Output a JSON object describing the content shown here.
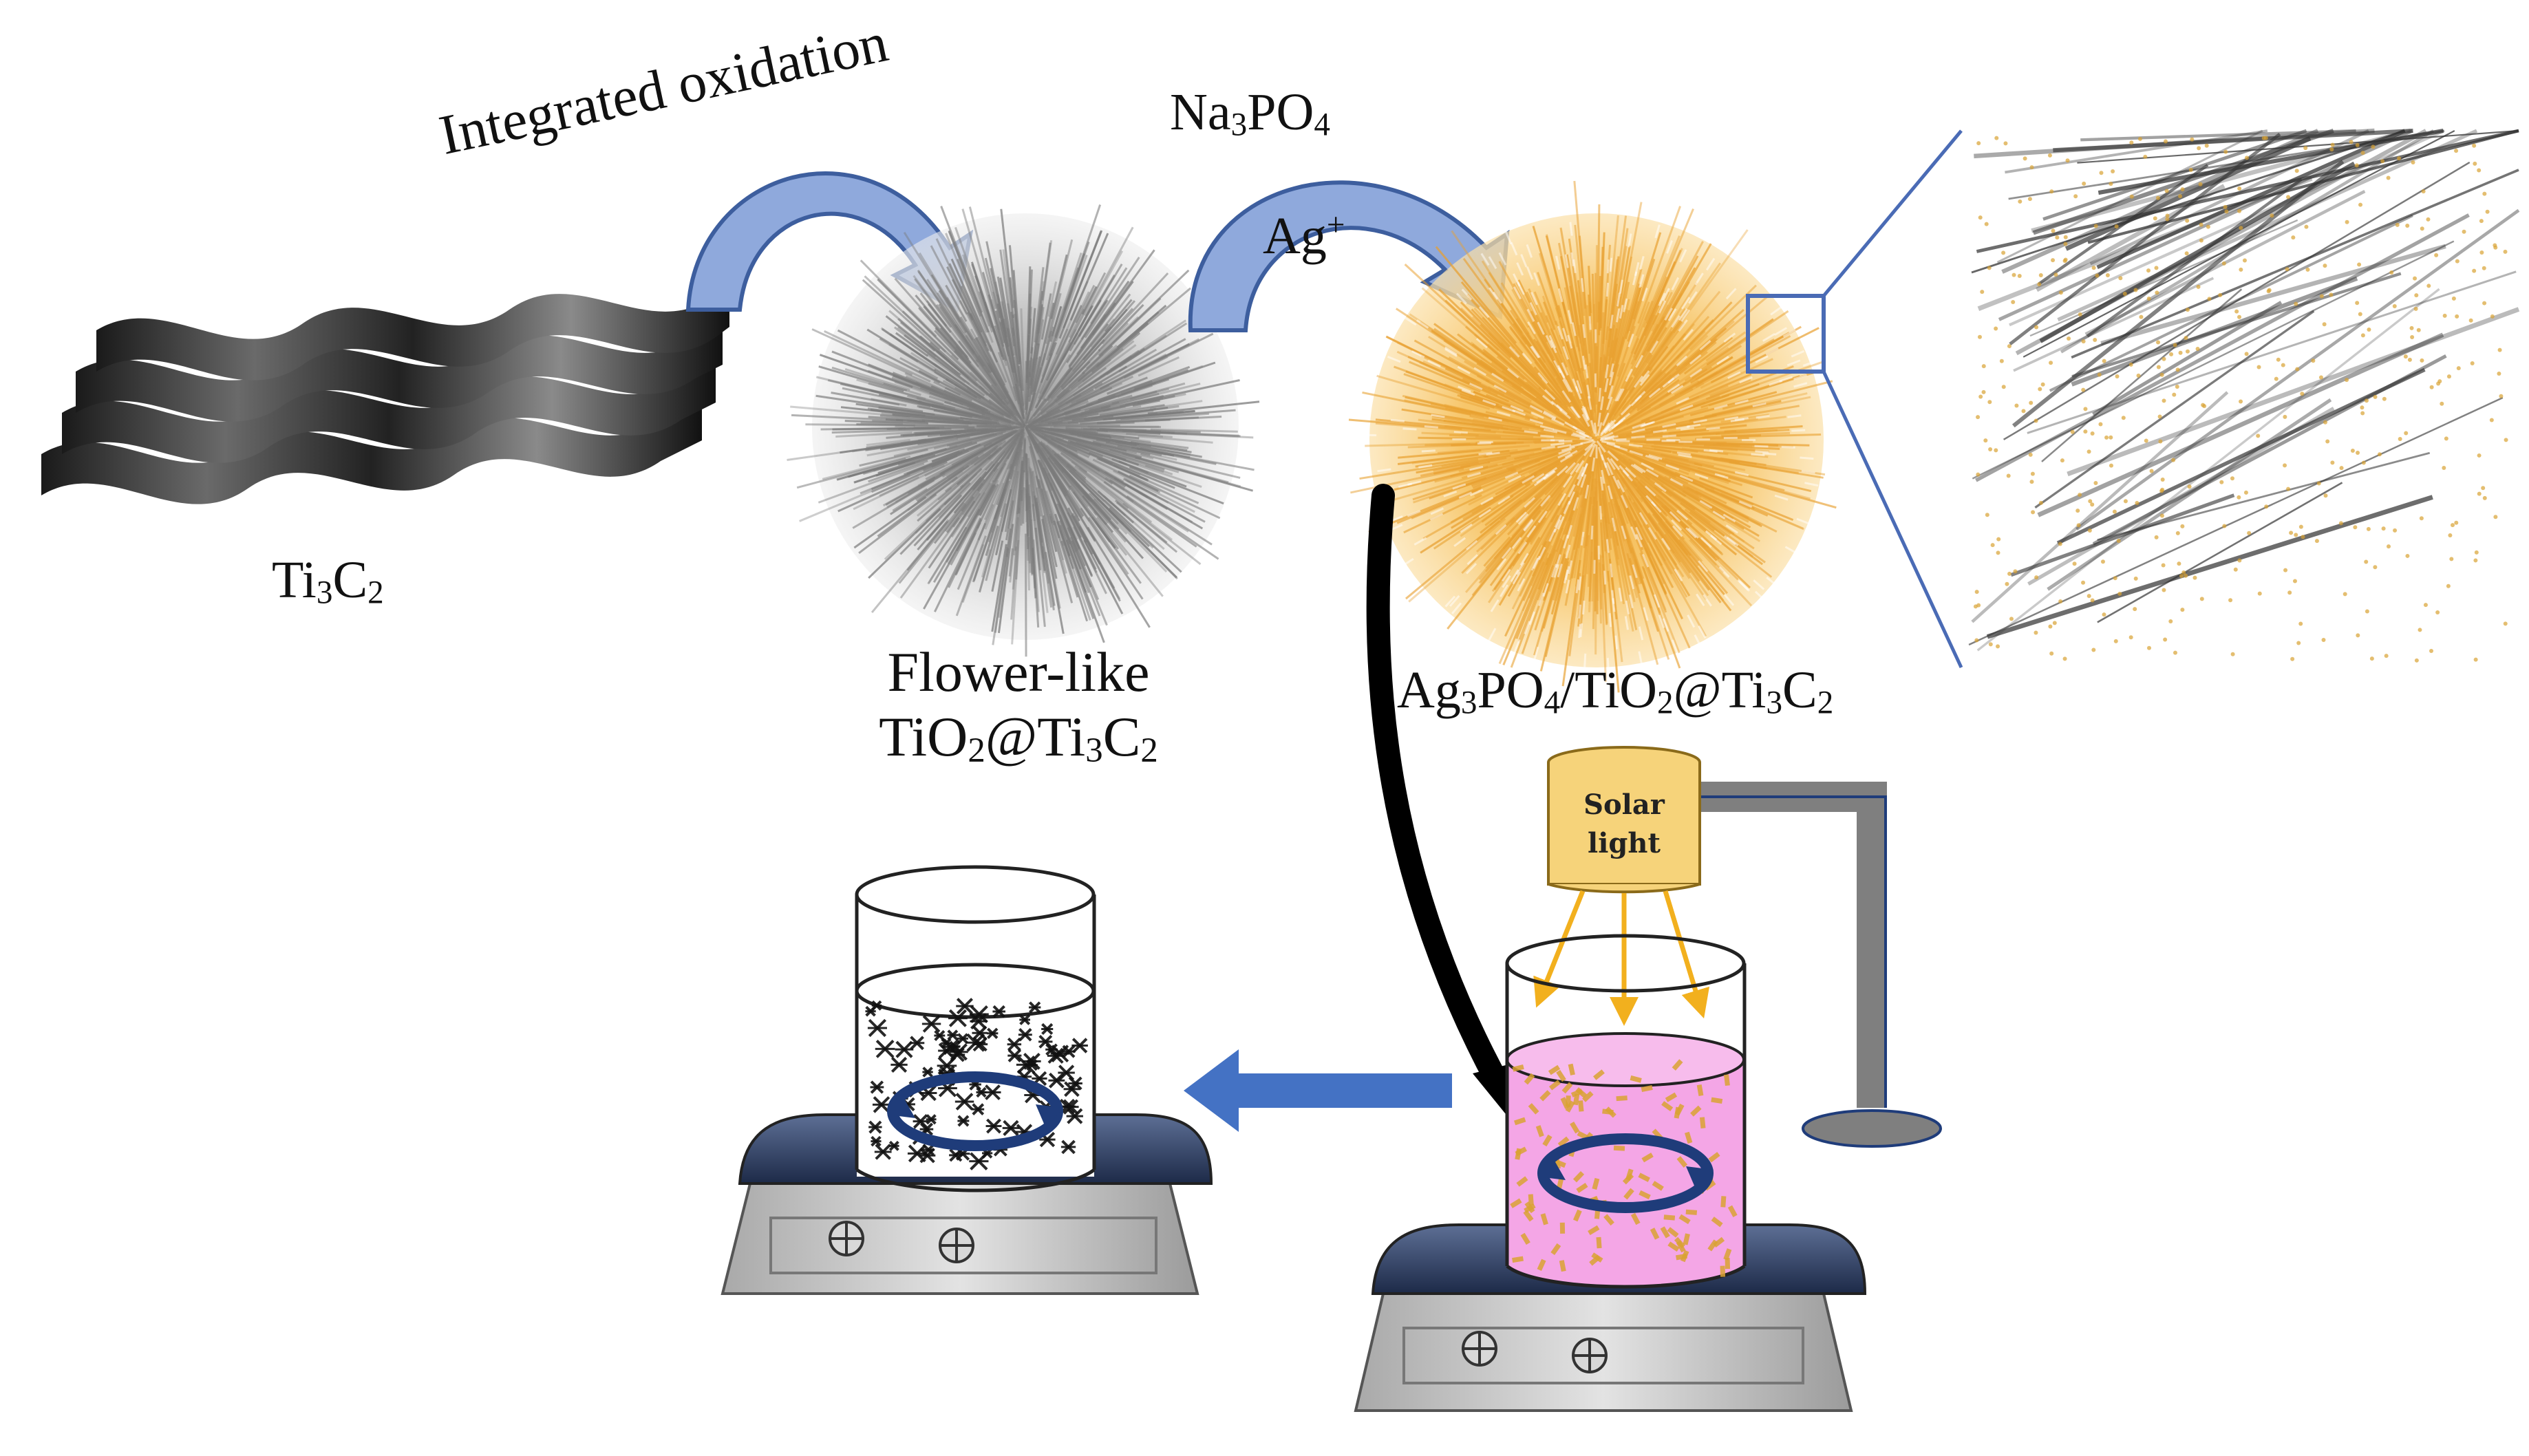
{
  "labels": {
    "integrated_oxidation": "Integrated oxidation",
    "ti3c2": {
      "base": "Ti",
      "sub1": "3",
      "mid": "C",
      "sub2": "2"
    },
    "na3po4": {
      "a": "Na",
      "sub1": "3",
      "b": "PO",
      "sub2": "4"
    },
    "ag_plus": {
      "base": "Ag",
      "sup": "+"
    },
    "flower_like_line1": "Flower-like",
    "flower_like_line2": {
      "a": "TiO",
      "s1": "2",
      "b": "@Ti",
      "s2": "3",
      "c": "C",
      "s3": "2"
    },
    "composite": {
      "a": "Ag",
      "s1": "3",
      "b": "PO",
      "s2": "4",
      "c": "/TiO",
      "s3": "2",
      "d": "@Ti",
      "s4": "3",
      "e": "C",
      "s5": "2"
    },
    "solar_line1": "Solar",
    "solar_line2": "light"
  },
  "colors": {
    "curved_arrow": "#8FA9DC",
    "curved_arrow_edge": "#3D5E9E",
    "sphere_tio2": "#B8B8B8",
    "sphere_composite": "#F7C66A",
    "zoom_lines": "#4A6BB5",
    "solution": "#F4A6E6",
    "lamp": "#F6D37A",
    "light_rays": "#F2B01E",
    "stand": "#7F7F7F",
    "stirrer_top": "#2E3E66",
    "stirrer_body": "#C9C9C9",
    "block_arrow": "#4472C4"
  },
  "icons": [
    "ti3c2-layers-icon",
    "flower-sphere-icon",
    "composite-sphere-icon",
    "magnetic-stirrer-icon",
    "beaker-icon",
    "lamp-icon",
    "stir-rotation-icon"
  ]
}
